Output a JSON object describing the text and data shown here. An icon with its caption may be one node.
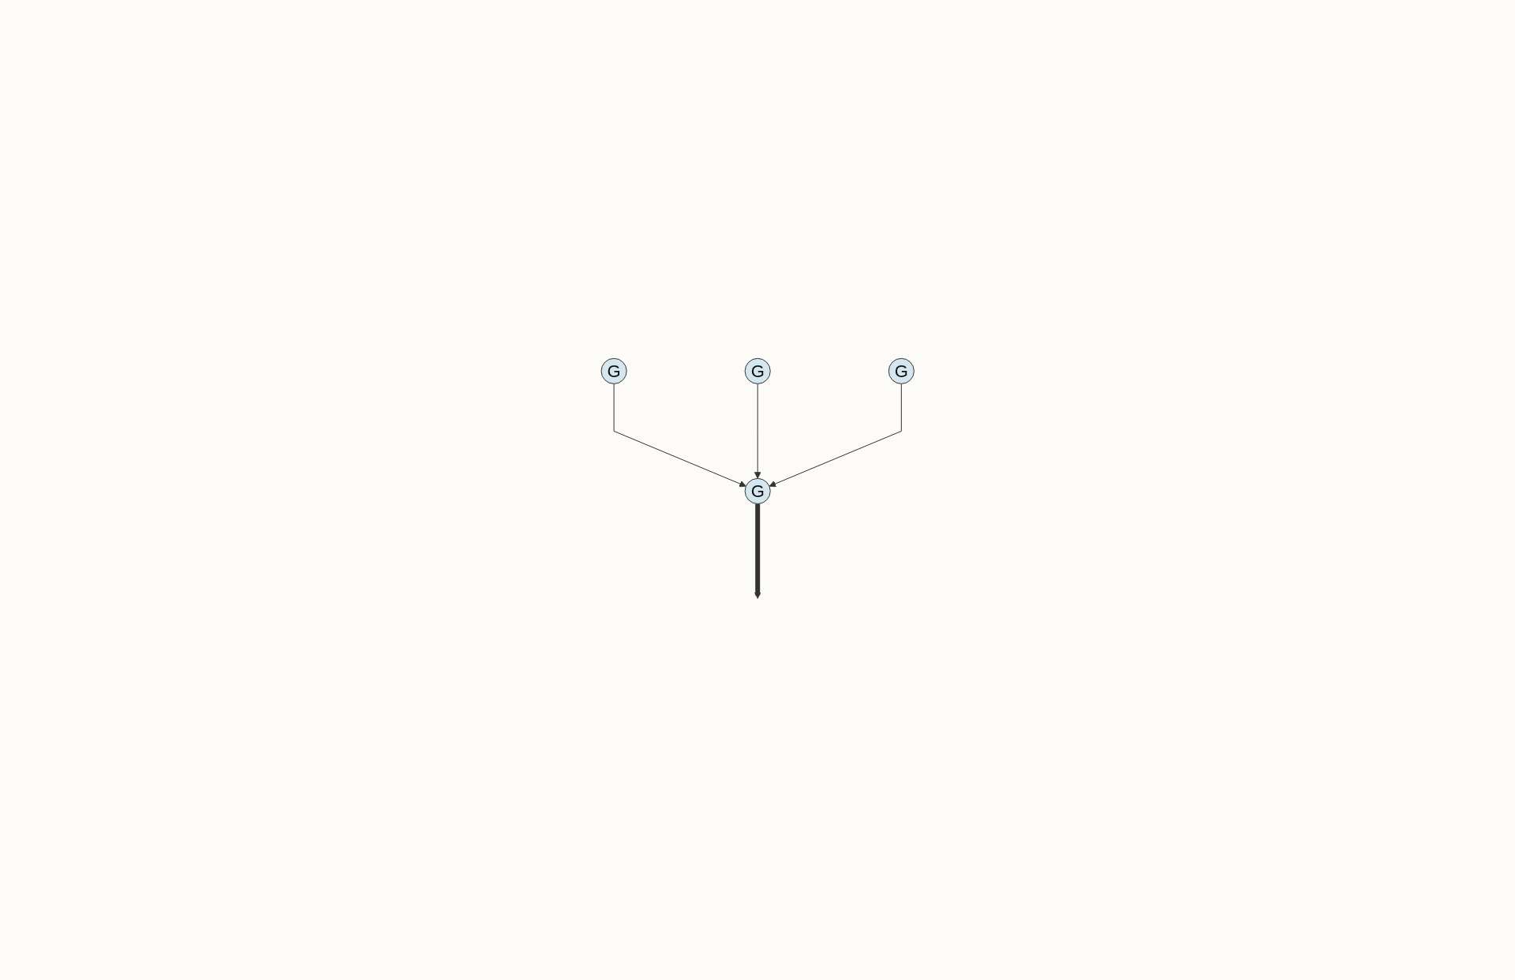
{
  "diagram": {
    "nodes": [
      {
        "text": [
          "G"
        ]
      },
      {
        "text": [
          "G"
        ]
      },
      {
        "text": [
          "G"
        ]
      },
      {
        "text": [
          "G"
        ]
      }
    ],
    "edges": [
      {
        "from": 0,
        "to": 3,
        "arrow": "to"
      },
      {
        "from": 1,
        "to": 3,
        "arrow": "to"
      },
      {
        "from": 2,
        "to": 3,
        "arrow": "to"
      },
      {
        "from": 3,
        "to": null,
        "arrow": "to",
        "style": "thick"
      }
    ]
  }
}
